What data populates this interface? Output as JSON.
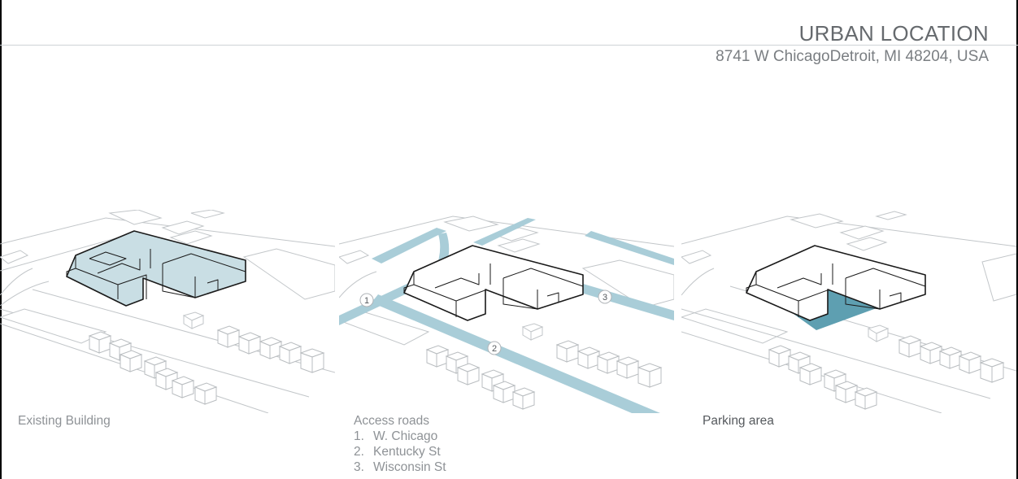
{
  "header": {
    "title": "URBAN LOCATION",
    "address": "8741 W ChicagoDetroit, MI 48204, USA"
  },
  "panels": [
    {
      "caption": "Existing Building",
      "highlight_color": "#c9dee4"
    },
    {
      "caption": "Access roads",
      "highlight_color": "#a9cdd8",
      "roads": [
        {
          "number": "1",
          "marker": "1",
          "name": "W. Chicago"
        },
        {
          "number": "2",
          "marker": "2",
          "name": "Kentucky St"
        },
        {
          "number": "3",
          "marker": "3",
          "name": "Wisconsin St"
        }
      ]
    },
    {
      "caption": "Parking area",
      "highlight_color": "#5e9fb1"
    }
  ],
  "colors": {
    "linework": "#bfc3c6",
    "building_outline": "#1a1a1a",
    "caption_text": "#8e9296"
  }
}
